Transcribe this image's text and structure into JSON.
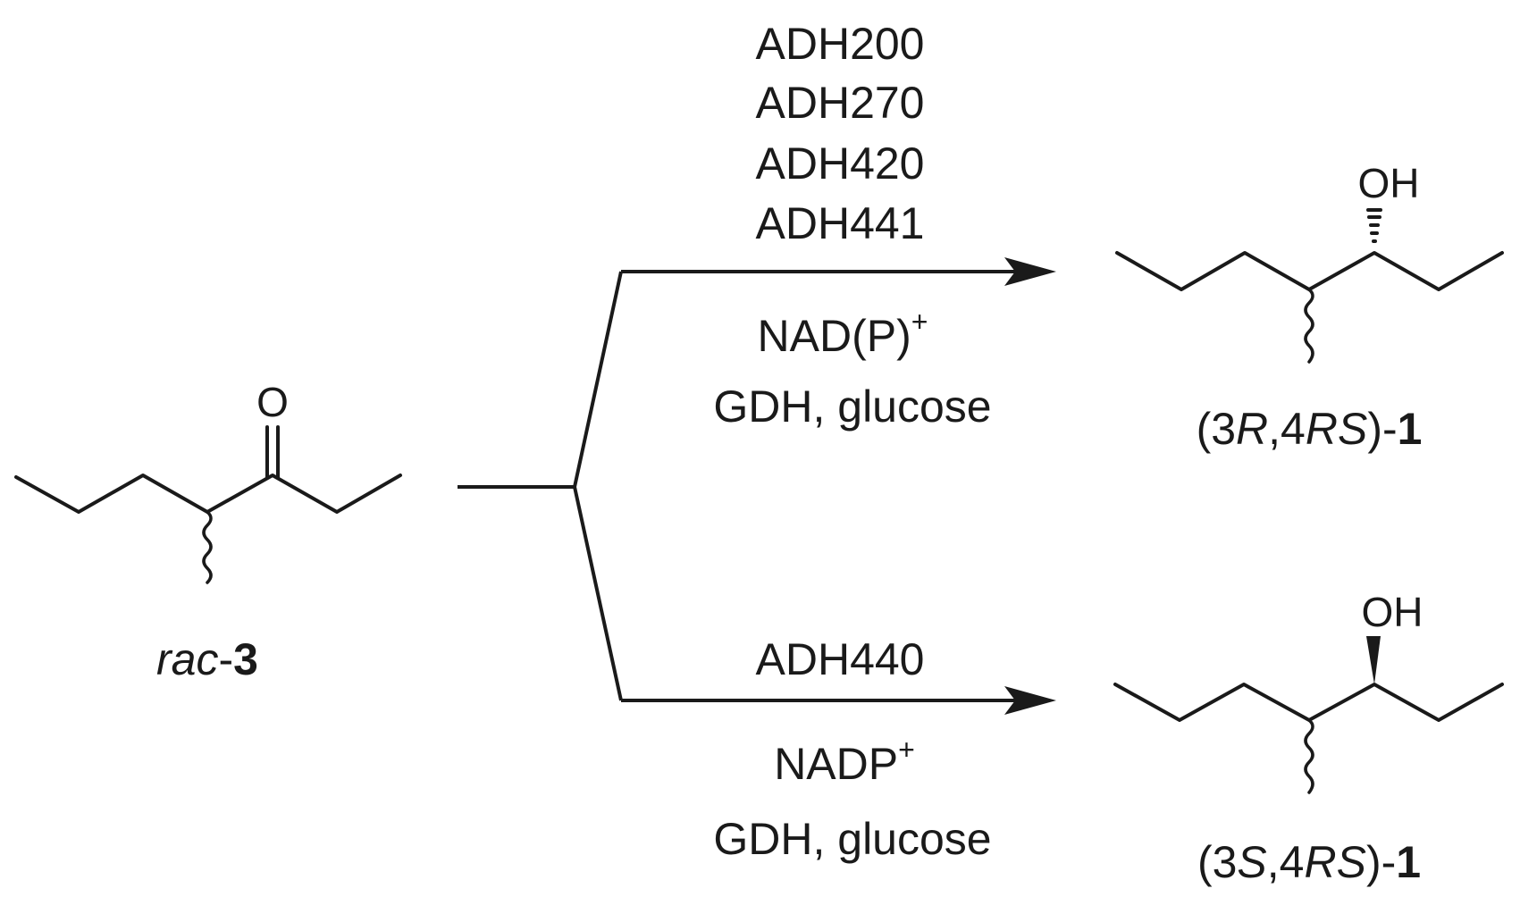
{
  "reactant": {
    "label_prefix": "rac",
    "label_dash": "-",
    "label_number": "3",
    "oxygen": "O"
  },
  "upper_branch": {
    "enzymes": [
      "ADH200",
      "ADH270",
      "ADH420",
      "ADH441"
    ],
    "cofactor_base": "NAD(P)",
    "cofactor_charge": "+",
    "regeneration": "GDH, glucose",
    "product": {
      "hydroxyl": "OH",
      "label_open": "(3",
      "label_c3": "R",
      "label_mid": ",4",
      "label_c4": "RS",
      "label_close": ")-",
      "label_number": "1"
    }
  },
  "lower_branch": {
    "enzymes": [
      "ADH440"
    ],
    "cofactor_base": "NADP",
    "cofactor_charge": "+",
    "regeneration": "GDH, glucose",
    "product": {
      "hydroxyl": "OH",
      "label_open": "(3",
      "label_c3": "S",
      "label_mid": ",4",
      "label_c4": "RS",
      "label_close": ")-",
      "label_number": "1"
    }
  }
}
